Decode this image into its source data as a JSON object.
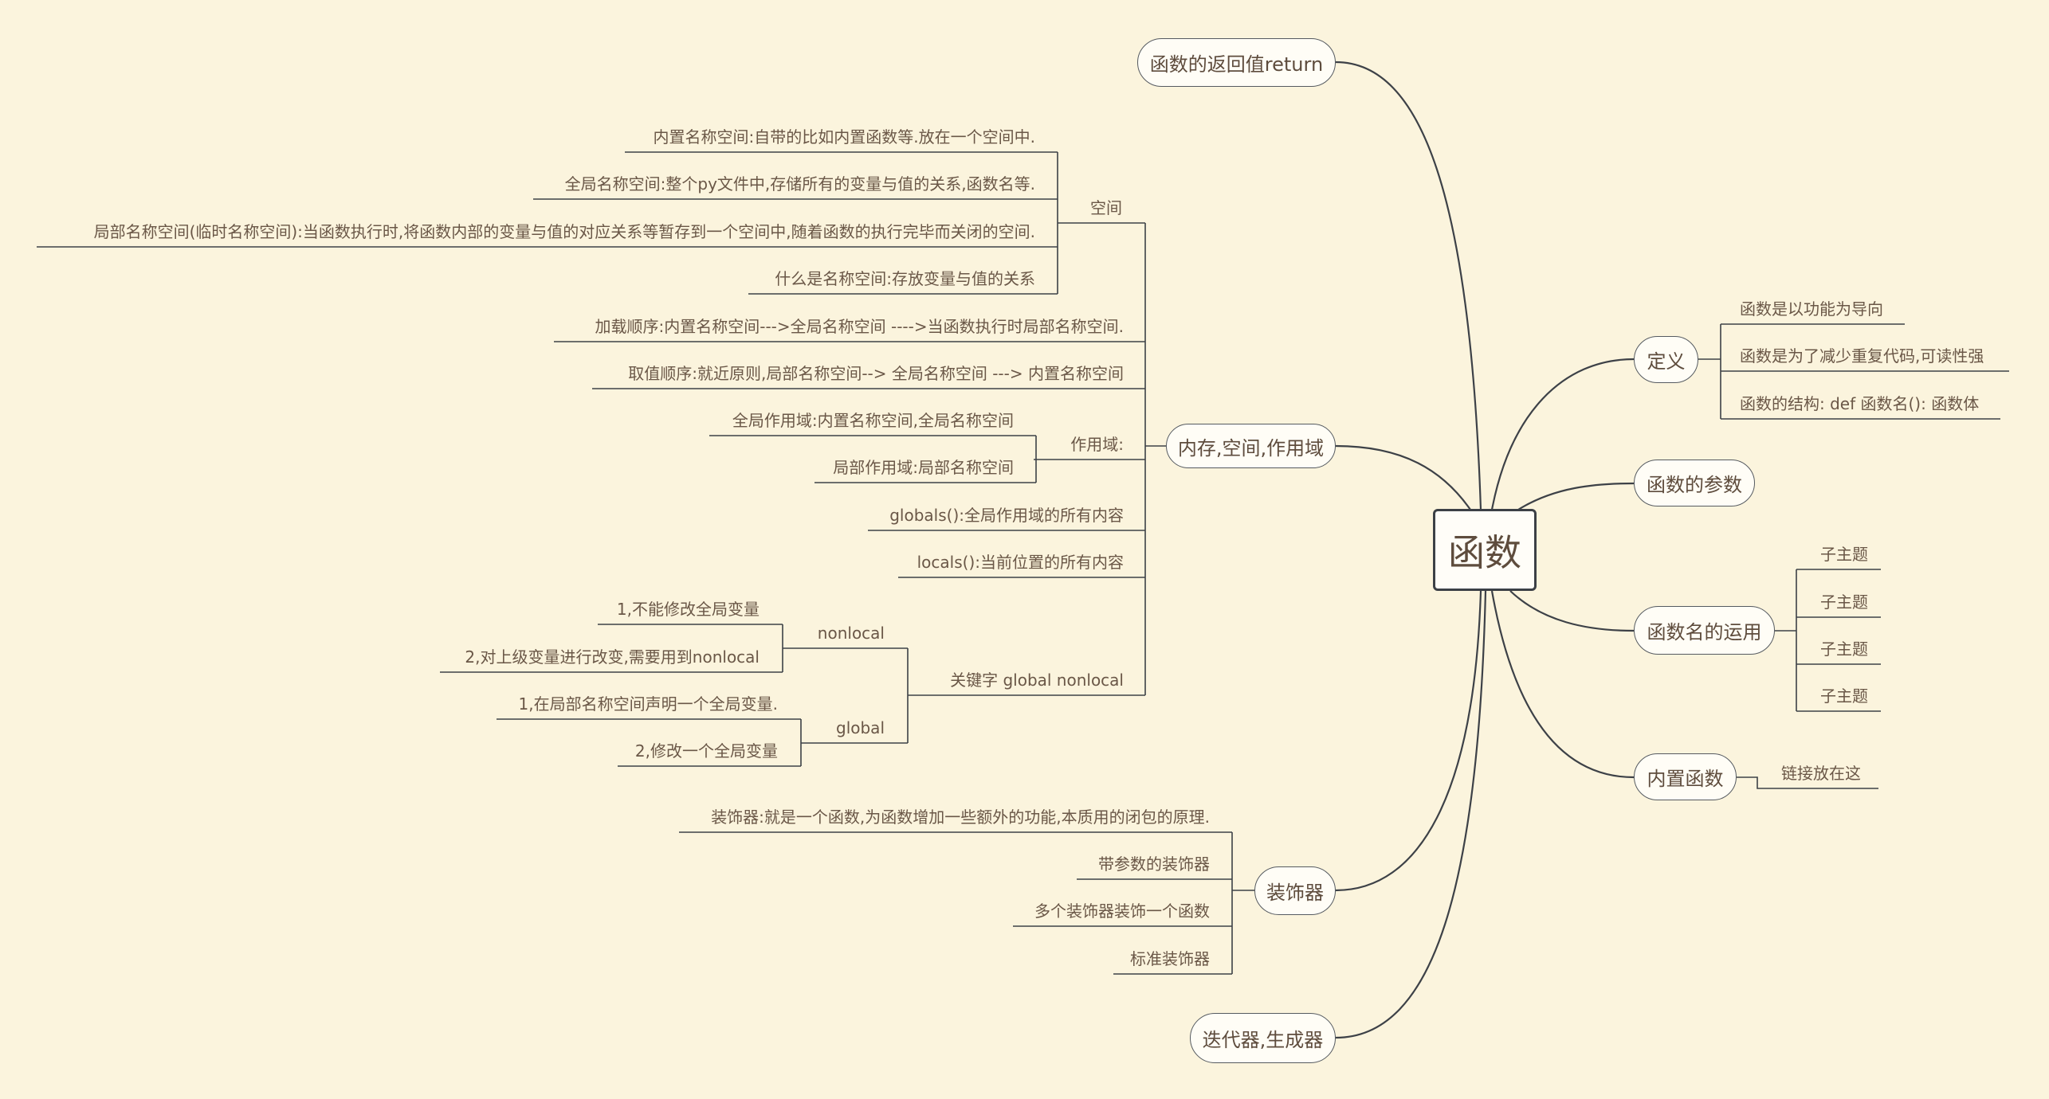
{
  "root": "函数",
  "branches": {
    "return": "函数的返回值return",
    "memory": "内存,空间,作用域",
    "decorator": "装饰器",
    "iterator": "迭代器,生成器",
    "definition": "定义",
    "params": "函数的参数",
    "name_usage": "函数名的运用",
    "builtin": "内置函数"
  },
  "definition_items": [
    "函数是以功能为导向",
    "函数是为了减少重复代码,可读性强",
    "函数的结构: def 函数名(): 函数体"
  ],
  "name_usage_items": [
    "子主题",
    "子主题",
    "子主题",
    "子主题"
  ],
  "builtin_items": [
    "链接放在这"
  ],
  "memory": {
    "space": "空间",
    "space_items": [
      "内置名称空间:自带的比如内置函数等.放在一个空间中.",
      "全局名称空间:整个py文件中,存储所有的变量与值的关系,函数名等.",
      "局部名称空间(临时名称空间):当函数执行时,将函数内部的变量与值的对应关系等暂存到一个空间中,随着函数的执行完毕而关闭的空间.",
      "什么是名称空间:存放变量与值的关系"
    ],
    "load_order": "加载顺序:内置名称空间--->全局名称空间 ---->当函数执行时局部名称空间.",
    "lookup_order": "取值顺序:就近原则,局部名称空间--> 全局名称空间 ---> 内置名称空间",
    "scope": "作用域:",
    "scope_items": [
      "全局作用域:内置名称空间,全局名称空间",
      "局部作用域:局部名称空间"
    ],
    "globals": "globals():全局作用域的所有内容",
    "locals": "locals():当前位置的所有内容",
    "keywords": "关键字 global nonlocal",
    "nonlocal": "nonlocal",
    "nonlocal_items": [
      "1,不能修改全局变量",
      "2,对上级变量进行改变,需要用到nonlocal"
    ],
    "global": "global",
    "global_items": [
      "1,在局部名称空间声明一个全局变量.",
      "2,修改一个全局变量"
    ]
  },
  "decorator_items": [
    "装饰器:就是一个函数,为函数增加一些额外的功能,本质用的闭包的原理.",
    "带参数的装饰器",
    "多个装饰器装饰一个函数",
    "标准装饰器"
  ],
  "colors": {
    "background": "#fbf4dd",
    "line": "#3d4147",
    "text": "#6a5747"
  }
}
